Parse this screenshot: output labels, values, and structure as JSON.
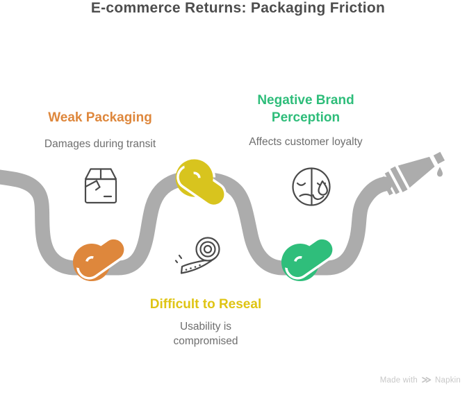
{
  "title": "E-commerce Returns: Packaging Friction",
  "title_color": "#4D4D4D",
  "background": "#FFFFFF",
  "subtext_color": "#6E6E6E",
  "sections": [
    {
      "heading": "Weak Packaging",
      "subtext": "Damages during transit",
      "accent_color": "#DE873C",
      "knot_color": "#DE873C",
      "icon": "damaged-box-icon"
    },
    {
      "heading": "Negative Brand Perception",
      "subtext": "Affects customer loyalty",
      "accent_color": "#2EBD7A",
      "knot_color": "#2FBE7B",
      "icon": "sad-face-teardrop-icon"
    },
    {
      "heading": "Difficult to Reseal",
      "subtext": "Usability is compromised",
      "accent_color": "#DFC414",
      "knot_color": "#D8C41E",
      "icon": "tape-roll-icon"
    }
  ],
  "rope": {
    "color": "#ACACAC",
    "end_shape": "nozzle-with-drip",
    "knots": [
      "orange",
      "yellow",
      "green"
    ]
  },
  "footer": {
    "prefix": "Made with",
    "brand": "Napkin",
    "color": "#C8C8C8"
  }
}
